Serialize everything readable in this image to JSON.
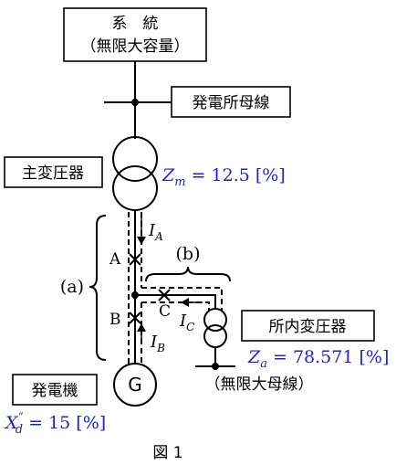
{
  "labels": {
    "system_line1": "系　統",
    "system_line2": "（無限大容量）",
    "power_bus": "発電所母線",
    "main_transformer": "主変圧器",
    "station_transformer": "所内変圧器",
    "generator_box": "発電機",
    "generator_symbol": "G",
    "infinite_bus": "（無限大母線）",
    "region_a": "(a)",
    "region_b": "(b)",
    "point_A": "A",
    "point_B": "B",
    "point_C": "C",
    "figure_caption": "図 1"
  },
  "currents": {
    "IA": {
      "main": "I",
      "sub": "A"
    },
    "IB": {
      "main": "I",
      "sub": "B"
    },
    "IC": {
      "main": "I",
      "sub": "C"
    }
  },
  "impedances": {
    "zm": {
      "sym": "Z",
      "sub": "m",
      "value": " = 12.5 [%]"
    },
    "za": {
      "sym": "Z",
      "sub": "a",
      "value": " = 78.571 [%]"
    },
    "xd": {
      "sym": "X",
      "sup": "″",
      "sub": "d",
      "value": " = 15 [%]"
    }
  },
  "colors": {
    "impedance_text": "#1f1fd6",
    "lines": "#000000"
  }
}
